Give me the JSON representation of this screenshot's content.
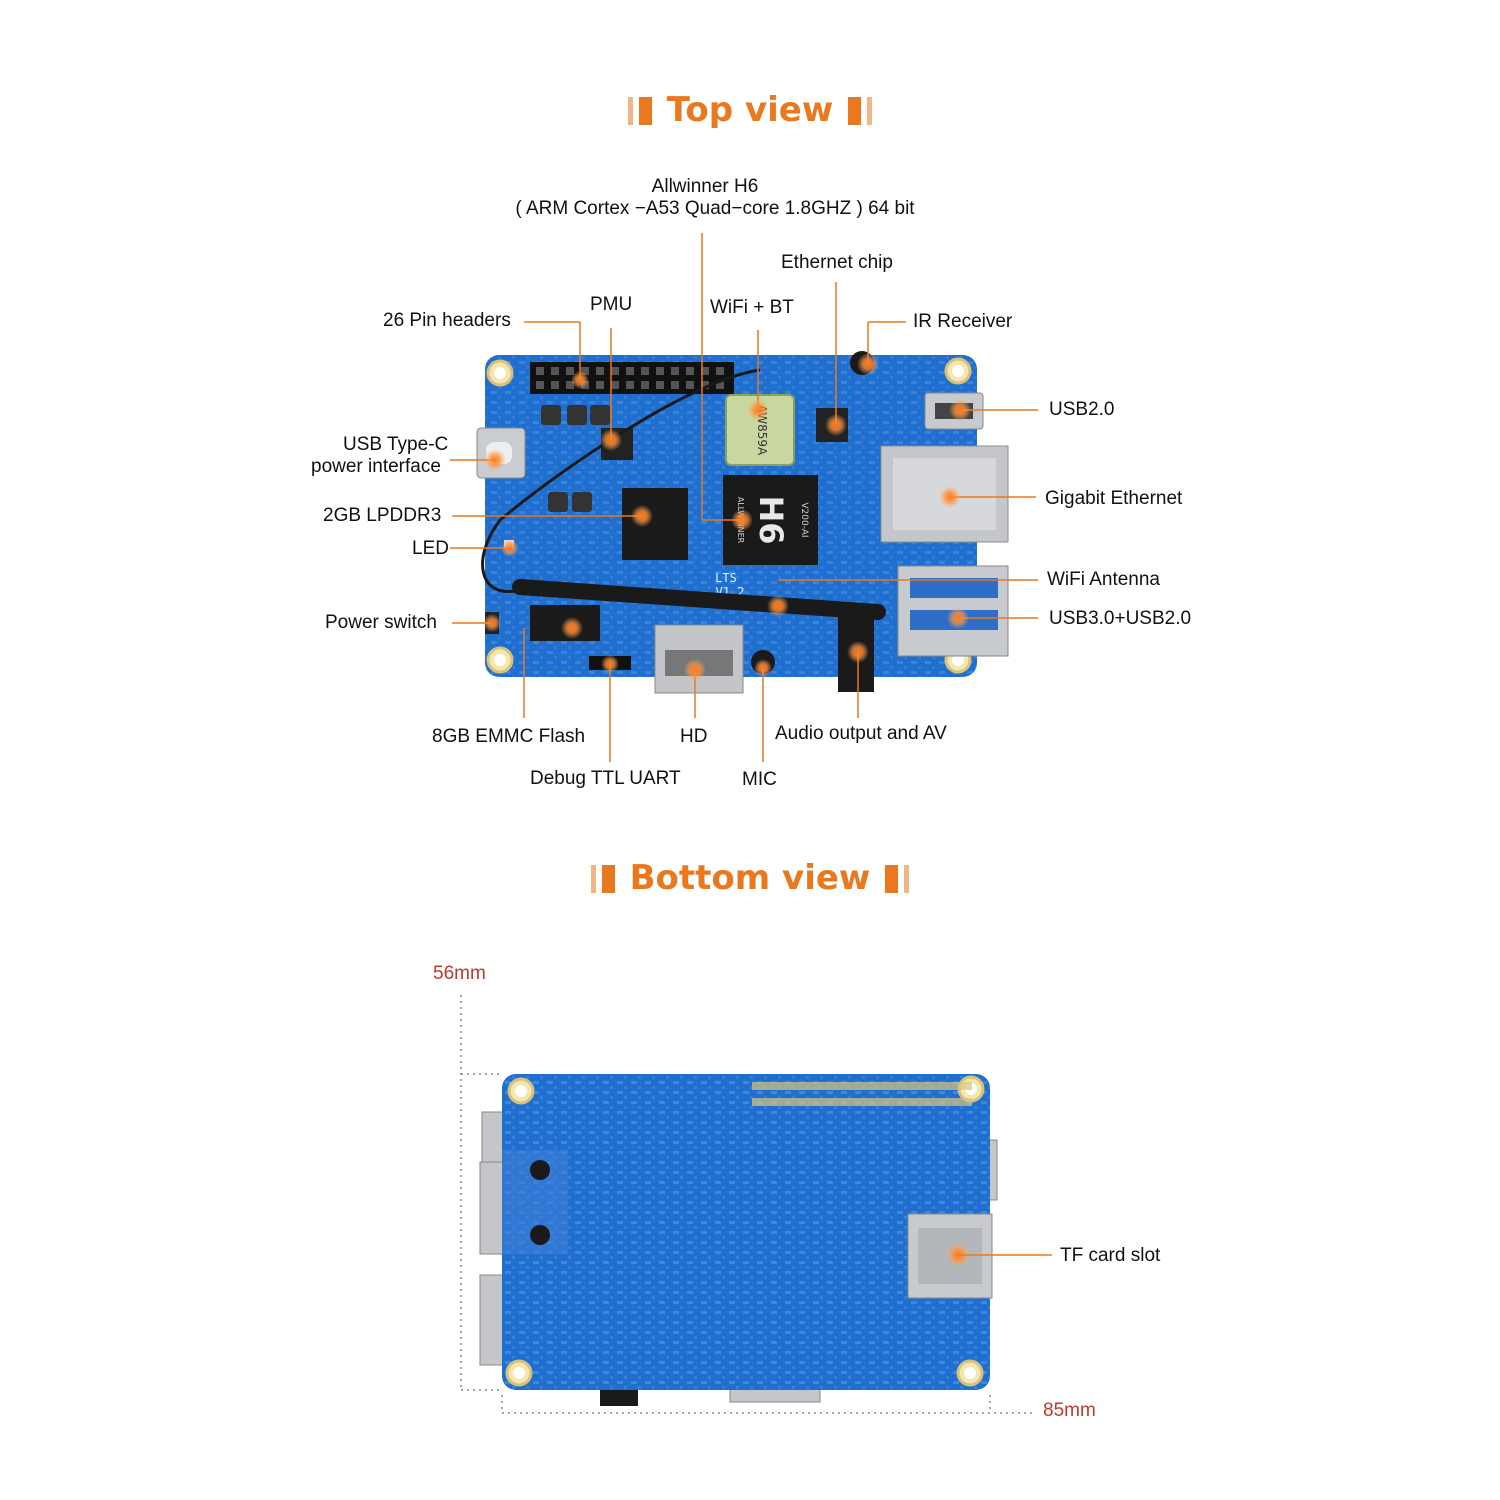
{
  "top_section": {
    "title": "Top view"
  },
  "bottom_section": {
    "title": "Bottom view"
  },
  "top_labels": {
    "soc_line1": "Allwinner H6",
    "soc_line2": "( ARM Cortex −A53 Quad−core 1.8GHZ ) 64 bit",
    "ethernet_chip": "Ethernet chip",
    "pin_headers": "26 Pin headers",
    "pmu": "PMU",
    "wifi_bt": "WiFi + BT",
    "ir_receiver": "IR Receiver",
    "usb2": "USB2.0",
    "usbc_line1": "USB Type-C",
    "usbc_line2": "power interface",
    "gigabit": "Gigabit Ethernet",
    "lpddr3": "2GB LPDDR3",
    "led": "LED",
    "wifi_antenna": "WiFi Antenna",
    "power_switch": "Power switch",
    "usb3": "USB3.0+USB2.0",
    "emmc": "8GB EMMC Flash",
    "hd": "HD",
    "audio": "Audio output and AV",
    "debug_uart": "Debug TTL UART",
    "mic": "MIC"
  },
  "bottom_labels": {
    "tf_card": "TF card slot",
    "height_dim": "56mm",
    "width_dim": "85mm"
  },
  "board_silkscreen": {
    "wifi_chip": "AW859A",
    "soc_mark": "H6",
    "soc_code": "V200-AI",
    "brand": "ALLWINNER",
    "version_line1": "LTS",
    "version_line2": "V1.2"
  },
  "colors": {
    "accent": "#e9781f",
    "pcb_blue": "#1f6fd1",
    "dimension_red": "#c0392b"
  }
}
